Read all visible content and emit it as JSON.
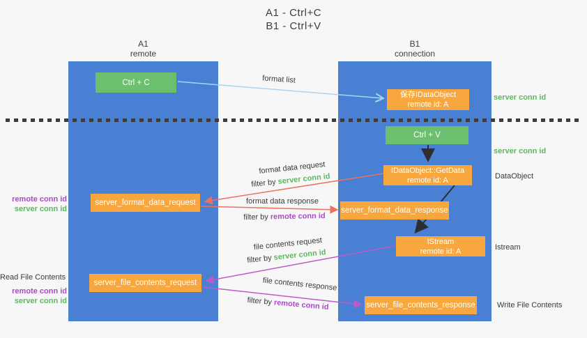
{
  "title": {
    "line1": "A1 - Ctrl+C",
    "line2": "B1 - Ctrl+V"
  },
  "lifelines": {
    "left": {
      "name": "A1",
      "role": "remote"
    },
    "right": {
      "name": "B1",
      "role": "connection"
    }
  },
  "boxes": {
    "ctrl_c": "Ctrl + C",
    "ctrl_v": "Ctrl + V",
    "save_idataobject": {
      "title": "保存IDataObject",
      "sub": "remote id: A"
    },
    "getdata": {
      "title": "IDataObject::GetData",
      "sub": "remote id: A"
    },
    "istream": {
      "title": "IStream",
      "sub": "remote id: A"
    },
    "server_format_data_request": "server_format_data_request",
    "server_format_data_response": "server_format_data_response",
    "server_file_contents_request": "server_file_contents_request",
    "server_file_contents_response": "server_file_contents_response"
  },
  "edge_labels": {
    "format_list": "format list",
    "format_data_request": "format data request",
    "format_data_response": "format data response",
    "file_contents_request": "file contents request",
    "file_contents_response": "file contents response",
    "filter_by": "filter by",
    "server_conn_id": "server conn id",
    "remote_conn_id": "remote conn id"
  },
  "side_labels": {
    "left": {
      "remote_conn_id": "remote conn id",
      "server_conn_id": "server conn id",
      "read_file_contents": "Read File Contents"
    },
    "right": {
      "server_conn_id": "server conn id",
      "data_object": "DataObject",
      "istream": "Istream",
      "write_file_contents": "Write File Contents"
    }
  },
  "colors": {
    "background": "#f7f7f7",
    "column_blue": "#4a80d4",
    "box_green": "#6cbf6f",
    "box_orange": "#f8a73e",
    "arrow_salmon": "#ee7160",
    "arrow_purple": "#c058c8",
    "arrow_lightblue": "#a9d5f4",
    "arrow_black": "#2e2e2e",
    "text_green": "#5bb85f",
    "text_purple": "#ab4ac4",
    "text_dark": "#3a3a3a"
  }
}
